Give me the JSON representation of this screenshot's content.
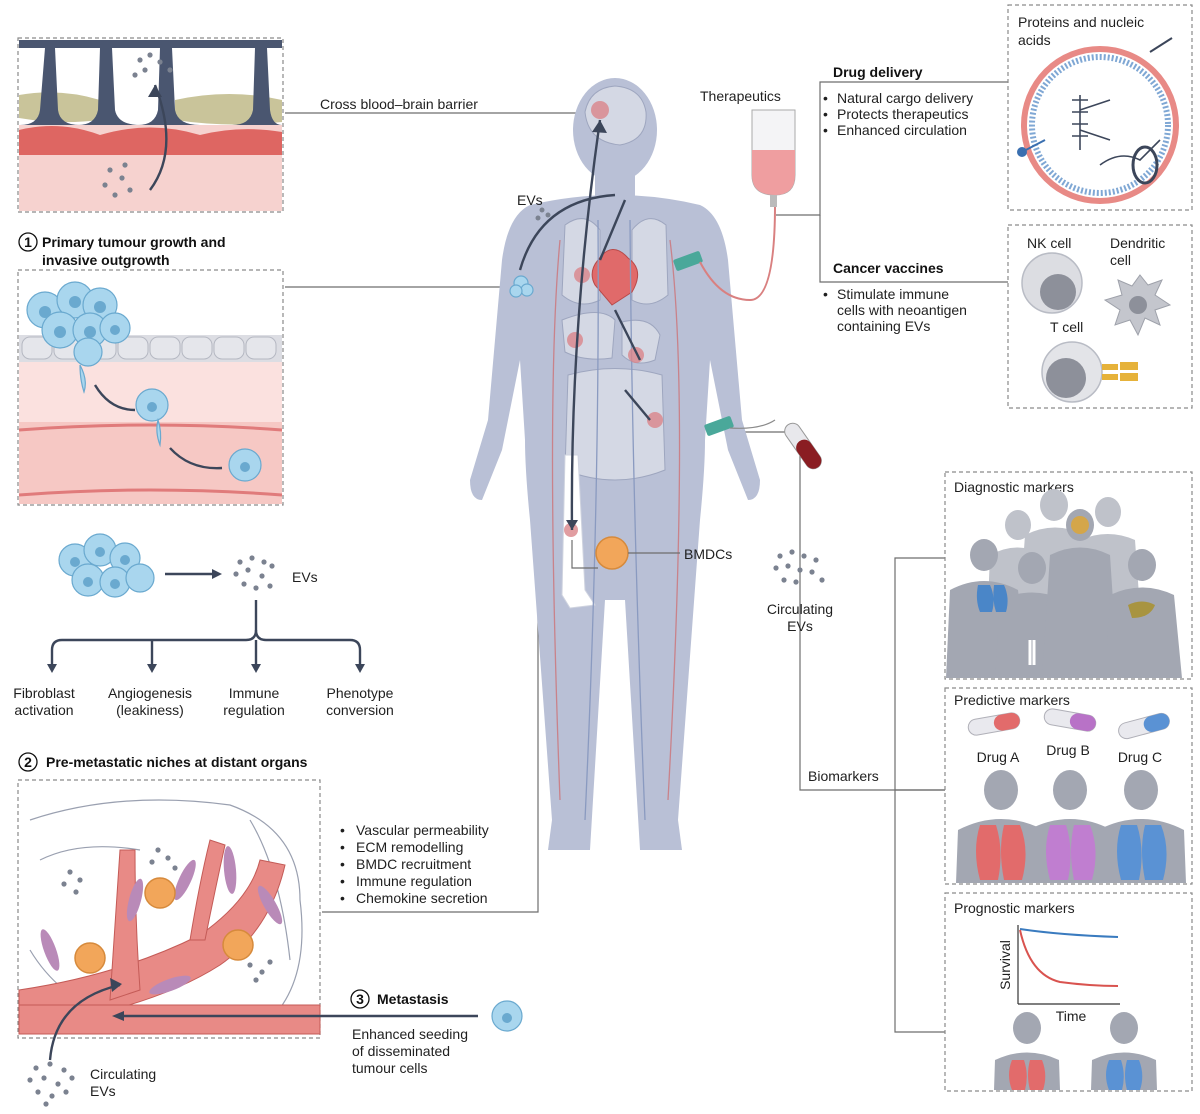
{
  "labels": {
    "bbb": "Cross blood–brain barrier",
    "therapeutics": "Therapeutics",
    "evs_body": "EVs",
    "evs_flow": "EVs",
    "bmdcs": "BMDCs",
    "circulating_center_1": "Circulating",
    "circulating_center_2": "EVs",
    "biomarkers": "Biomarkers",
    "circulating_bottom_1": "Circulating",
    "circulating_bottom_2": "EVs"
  },
  "section1": {
    "number": "1",
    "title_line1": "Primary tumour growth and",
    "title_line2": "invasive outgrowth"
  },
  "branches": [
    {
      "line1": "Fibroblast",
      "line2": "activation"
    },
    {
      "line1": "Angiogenesis",
      "line2": "(leakiness)"
    },
    {
      "line1": "Immune",
      "line2": "regulation"
    },
    {
      "line1": "Phenotype",
      "line2": "conversion"
    }
  ],
  "section2": {
    "number": "2",
    "title": "Pre-metastatic niches at distant organs",
    "bullets": [
      "Vascular permeability",
      "ECM remodelling",
      "BMDC recruitment",
      "Immune regulation",
      "Chemokine secretion"
    ]
  },
  "section3": {
    "number": "3",
    "title": "Metastasis",
    "desc_line1": "Enhanced seeding",
    "desc_line2": "of disseminated",
    "desc_line3": "tumour cells"
  },
  "drug_delivery": {
    "title": "Drug delivery",
    "bullets": [
      "Natural cargo delivery",
      "Protects therapeutics",
      "Enhanced circulation"
    ],
    "panel_title_line1": "Proteins and nucleic",
    "panel_title_line2": "acids"
  },
  "cancer_vaccines": {
    "title": "Cancer vaccines",
    "bullet_line1": "Stimulate immune",
    "bullet_line2": "cells with neoantigen",
    "bullet_line3": "containing EVs",
    "nk_cell": "NK cell",
    "dendritic_line1": "Dendritic",
    "dendritic_line2": "cell",
    "t_cell": "T cell"
  },
  "markers": {
    "diagnostic": "Diagnostic markers",
    "predictive": "Predictive markers",
    "drugs": [
      "Drug A",
      "Drug B",
      "Drug C"
    ],
    "prognostic": "Prognostic markers",
    "y_axis": "Survival",
    "x_axis": "Time"
  },
  "colors": {
    "body": "#b9c0d6",
    "tumour_cell": "#a9d6ee",
    "vessel": "#e07b7b",
    "bmdc": "#f2a65a",
    "arrow": "#3c465a",
    "survival_high": "#3a7bbf",
    "survival_low": "#d9534f"
  }
}
